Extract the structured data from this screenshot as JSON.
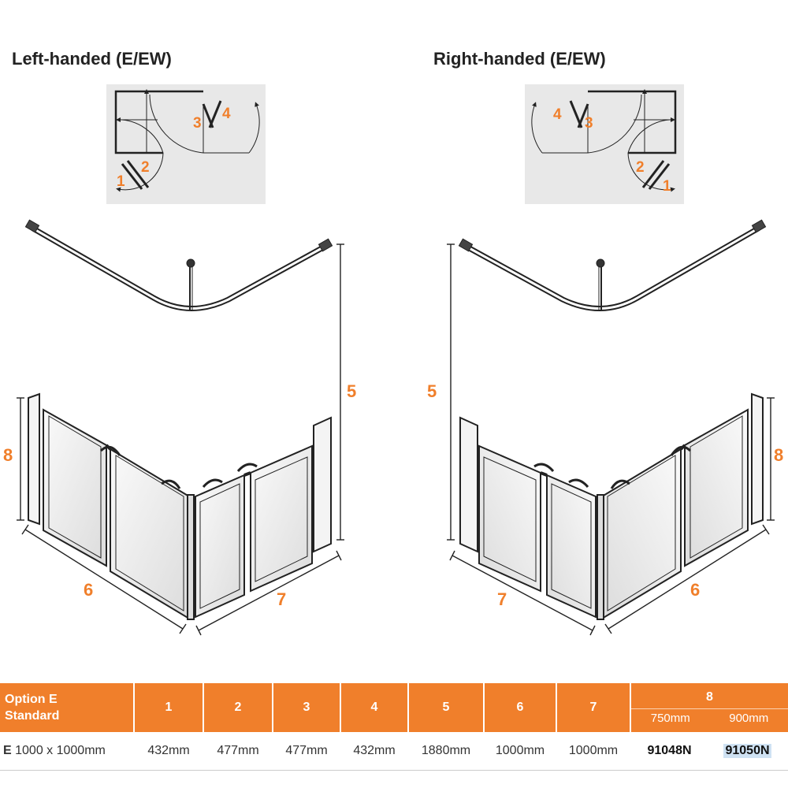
{
  "left": {
    "heading": "Left-handed (E/EW)",
    "plan_labels": [
      "1",
      "2",
      "3",
      "4"
    ],
    "dim_labels": {
      "height": "5",
      "side_a": "6",
      "side_b": "7",
      "panel_height": "8"
    }
  },
  "right": {
    "heading": "Right-handed (E/EW)",
    "plan_labels": [
      "1",
      "2",
      "3",
      "4"
    ],
    "dim_labels": {
      "height": "5",
      "side_a": "6",
      "side_b": "7",
      "panel_height": "8"
    }
  },
  "table": {
    "header_option": "Option E",
    "header_standard": "Standard",
    "columns": [
      "1",
      "2",
      "3",
      "4",
      "5",
      "6",
      "7",
      "8"
    ],
    "sub_columns": [
      "750mm",
      "900mm"
    ],
    "row": {
      "option_code": "E",
      "size": "1000 x 1000mm",
      "values": [
        "432mm",
        "477mm",
        "477mm",
        "432mm",
        "1880mm",
        "1000mm",
        "1000mm"
      ],
      "codes": [
        "91048N",
        "91050N"
      ]
    }
  },
  "colors": {
    "accent": "#f07f2b",
    "plan_bg": "#e8e8e8"
  }
}
